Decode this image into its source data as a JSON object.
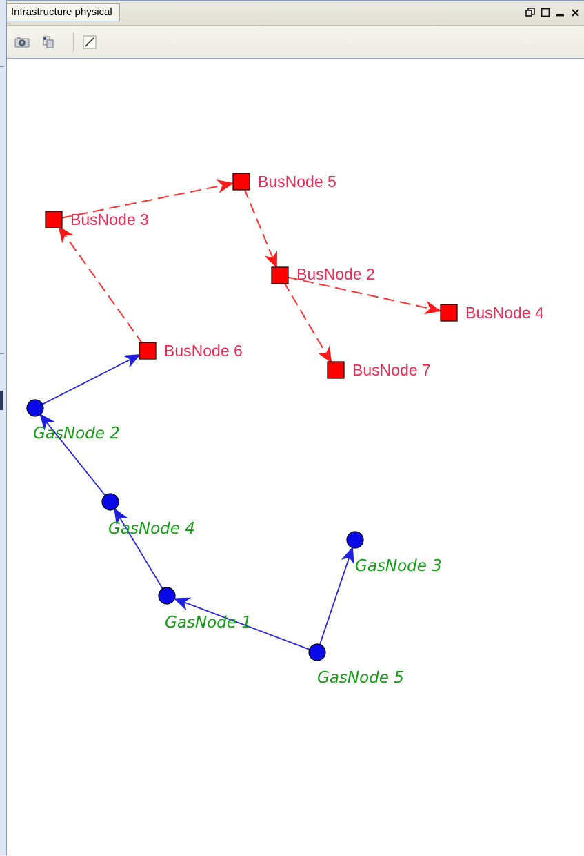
{
  "window": {
    "title": "Infrastructure physical",
    "controls": [
      {
        "name": "restore-icon",
        "glyph": "⧉"
      },
      {
        "name": "maximize-icon",
        "glyph": "□"
      },
      {
        "name": "minimize-icon",
        "glyph": "_"
      },
      {
        "name": "close-icon",
        "glyph": "×"
      }
    ]
  },
  "toolbar": {
    "buttons": [
      {
        "name": "snapshot-camera-icon"
      },
      {
        "name": "layout-config-icon"
      },
      {
        "name": "edge-tool-icon"
      }
    ]
  },
  "graph": {
    "colors": {
      "bus_fill": "#ff0000",
      "bus_edge": "#ff3030",
      "bus_label": "#ee2b55",
      "gas_fill": "#0a0ae8",
      "gas_edge": "#2525e6",
      "gas_label": "#159e15"
    },
    "bus_nodes": [
      "BusNode 5",
      "BusNode 3",
      "BusNode 2",
      "BusNode 4",
      "BusNode 6",
      "BusNode 7"
    ],
    "gas_nodes": [
      "GasNode 2",
      "GasNode 4",
      "GasNode 3",
      "GasNode 1",
      "GasNode 5"
    ],
    "edges": [
      {
        "from": "BusNode 3",
        "to": "BusNode 5",
        "kind": "power",
        "style": "dashed"
      },
      {
        "from": "BusNode 5",
        "to": "BusNode 2",
        "kind": "power",
        "style": "dashed"
      },
      {
        "from": "BusNode 2",
        "to": "BusNode 4",
        "kind": "power",
        "style": "dashed"
      },
      {
        "from": "BusNode 2",
        "to": "BusNode 7",
        "kind": "power",
        "style": "dashed"
      },
      {
        "from": "BusNode 6",
        "to": "BusNode 3",
        "kind": "power",
        "style": "dashed"
      },
      {
        "from": "GasNode 2",
        "to": "BusNode 6",
        "kind": "coupling",
        "style": "solid"
      },
      {
        "from": "GasNode 4",
        "to": "GasNode 2",
        "kind": "gas",
        "style": "solid"
      },
      {
        "from": "GasNode 1",
        "to": "GasNode 4",
        "kind": "gas",
        "style": "solid"
      },
      {
        "from": "GasNode 5",
        "to": "GasNode 1",
        "kind": "gas",
        "style": "solid"
      },
      {
        "from": "GasNode 5",
        "to": "GasNode 3",
        "kind": "gas",
        "style": "solid"
      }
    ]
  }
}
